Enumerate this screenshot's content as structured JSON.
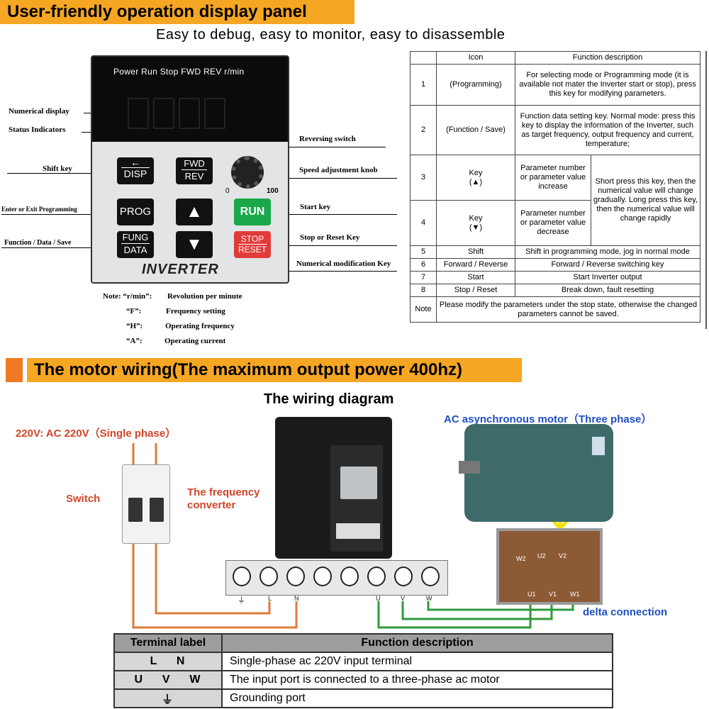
{
  "top": {
    "banner": "User-friendly operation display panel",
    "subtitle": "Easy to debug, easy to monitor, easy to disassemble"
  },
  "panel": {
    "status_row": "Power Run  Stop  FWD  REV  r/min",
    "keys": {
      "disp": "DISP",
      "fwd": "FWD",
      "rev": "REV",
      "prog": "PROG",
      "run": "RUN",
      "fung": "FUNG",
      "data": "DATA",
      "stop": "STOP",
      "reset": "RESET"
    },
    "knob_min": "0",
    "knob_max": "100",
    "brand": "INVERTER"
  },
  "callouts": {
    "numerical_display": "Numerical display",
    "status_indicators": "Status Indicators",
    "shift_key": "Shift key",
    "enter_exit": "Enter or Exit Programming",
    "function_data_save": "Function / Data / Save",
    "reversing_switch": "Reversing  switch",
    "speed_knob": "Speed adjustment knob",
    "start_key": "Start key",
    "stop_reset_key": "Stop or Reset Key",
    "num_mod_key": "Numerical modification Key"
  },
  "notes": {
    "rmin_key": "Note: “r/min”:",
    "rmin_val": "Revolution per minute",
    "f_key": "“F”:",
    "f_val": "Frequency setting",
    "h_key": "“H”:",
    "h_val": "Operating frequency",
    "a_key": "“A”:",
    "a_val": "Operating current"
  },
  "function_table": {
    "header_icon": "Icon",
    "header_desc": "Function description",
    "rows": {
      "r1": {
        "no": "1",
        "icon": "(Programming)",
        "desc": "For selecting mode or Programming mode (it is available not mater the Inverter start or stop), press this key for modifying parameters."
      },
      "r2": {
        "no": "2",
        "icon": "(Function / Save)",
        "desc": "Function data setting key. Normal mode: press this key to display the information of the Inverter, such as target frequency, output frequency and current, temperature;"
      },
      "r3": {
        "no": "3",
        "icon": "Key",
        "icon2": "(▲)",
        "sub": "Parameter number or parameter value increase"
      },
      "r4": {
        "no": "4",
        "icon": "Key",
        "icon2": "(▼)",
        "sub": "Parameter number or parameter value decrease"
      },
      "r34_desc": "Short press this key, then the numerical value will change gradually. Long press this key, then the numerical value will change rapidly",
      "r5": {
        "no": "5",
        "icon": "Shift",
        "desc": "Shift in programming mode, jog in normal mode"
      },
      "r6": {
        "no": "6",
        "icon": "Forward / Reverse",
        "desc": "Forward / Reverse switching key"
      },
      "r7": {
        "no": "7",
        "icon": "Start",
        "desc": "Start Inverter output"
      },
      "r8": {
        "no": "8",
        "icon": "Stop / Reset",
        "desc": "Break down, fault resetting"
      },
      "note": {
        "no": "Note",
        "desc": "Please modify the parameters under the stop state, otherwise  the changed parameters cannot be saved."
      }
    }
  },
  "wiring": {
    "banner": "The motor wiring(The maximum output power 400hz)",
    "title": "The wiring diagram",
    "supply": "220V:  AC 220V（Single phase）",
    "switch": "Switch",
    "converter_1": "The frequency",
    "converter_2": "converter",
    "motor": "AC asynchronous motor（Three phase）",
    "delta": "delta connection",
    "terminal_labels": [
      "⏚",
      "L",
      "N",
      "U",
      "V",
      "W"
    ],
    "box_labels": {
      "w2": "W2",
      "u2": "U2",
      "v2": "V2",
      "u1": "U1",
      "v1": "V1",
      "w1": "W1"
    },
    "colors": {
      "orange_wire": "#e07b39",
      "green_wire": "#2e9a3c",
      "banner": "#f5a623",
      "blue_text": "#1f4fbf",
      "red_text": "#d0452a"
    }
  },
  "terminal_table": {
    "header_label": "Terminal label",
    "header_desc": "Function description",
    "rows": [
      {
        "label": "L    N",
        "desc": "Single-phase ac 220V input terminal"
      },
      {
        "label": "U    V    W",
        "desc": "The input port is connected to a three-phase ac motor"
      },
      {
        "label": "⏚",
        "desc": "Grounding port"
      }
    ]
  }
}
